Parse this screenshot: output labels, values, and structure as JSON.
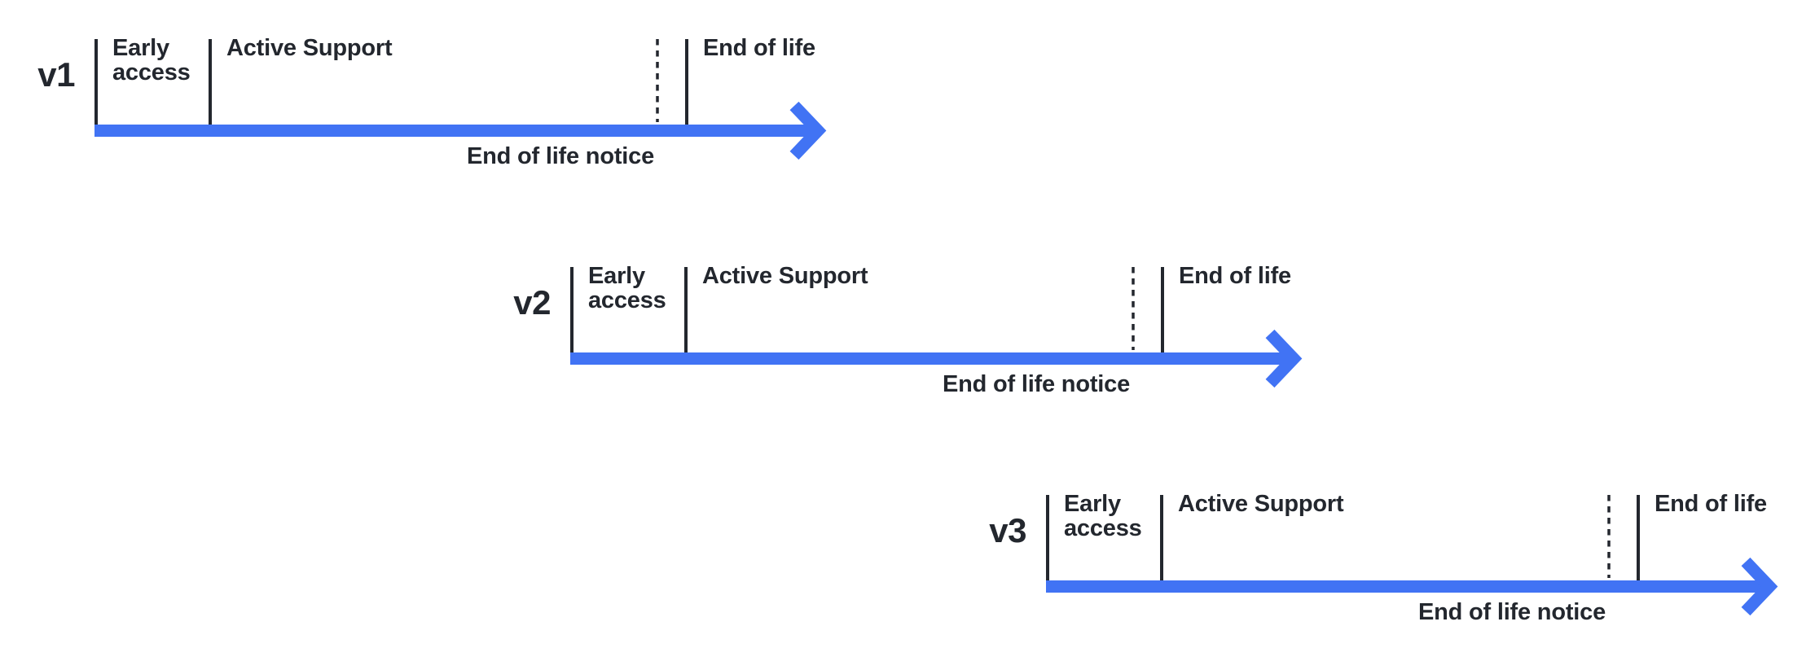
{
  "colors": {
    "background": "#ffffff",
    "accent_blue": "#4173f4",
    "ink": "#23272e"
  },
  "timelines": [
    {
      "version": "v1",
      "early_access": "Early\naccess",
      "active_support": "Active Support",
      "end_of_life": "End of life",
      "end_of_life_notice": "End of life notice"
    },
    {
      "version": "v2",
      "early_access": "Early\naccess",
      "active_support": "Active Support",
      "end_of_life": "End of life",
      "end_of_life_notice": "End of life notice"
    },
    {
      "version": "v3",
      "early_access": "Early\naccess",
      "active_support": "Active Support",
      "end_of_life": "End of life",
      "end_of_life_notice": "End of life notice"
    }
  ]
}
